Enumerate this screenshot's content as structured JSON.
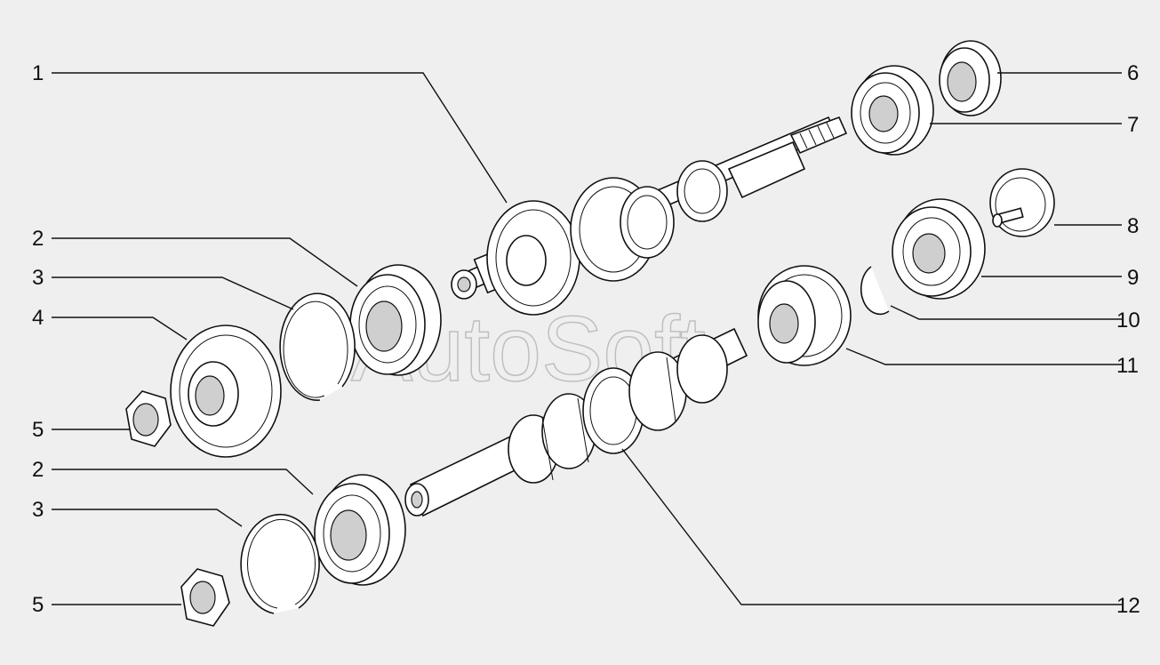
{
  "watermark": "AutoSoft",
  "callouts": {
    "c1": "1",
    "c2a": "2",
    "c3a": "3",
    "c4": "4",
    "c5a": "5",
    "c2b": "2",
    "c3b": "3",
    "c5b": "5",
    "c6": "6",
    "c7": "7",
    "c8": "8",
    "c9": "9",
    "c10": "10",
    "c11": "11",
    "c12": "12"
  },
  "colors": {
    "background": "#efefef",
    "line": "#111111"
  }
}
